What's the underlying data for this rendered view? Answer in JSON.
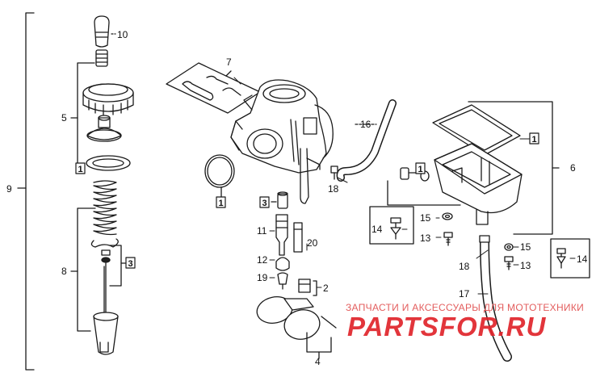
{
  "callouts": {
    "c1": "1",
    "c2": "2",
    "c3": "3",
    "c4": "4",
    "c5": "5",
    "c6": "6",
    "c7": "7",
    "c8": "8",
    "c9": "9",
    "c10": "10",
    "c11": "11",
    "c12": "12",
    "c13": "13",
    "c14": "14",
    "c15": "15",
    "c16": "16",
    "c17": "17",
    "c18": "18",
    "c19": "19",
    "c20": "20"
  },
  "boxed": {
    "b1": "1",
    "b3": "3"
  },
  "watermark": {
    "caption": "ЗАПЧАСТИ И АКСЕССУАРЫ ДЛЯ МОТОТЕХНИКИ",
    "brand": "PARTSFOR.RU"
  }
}
